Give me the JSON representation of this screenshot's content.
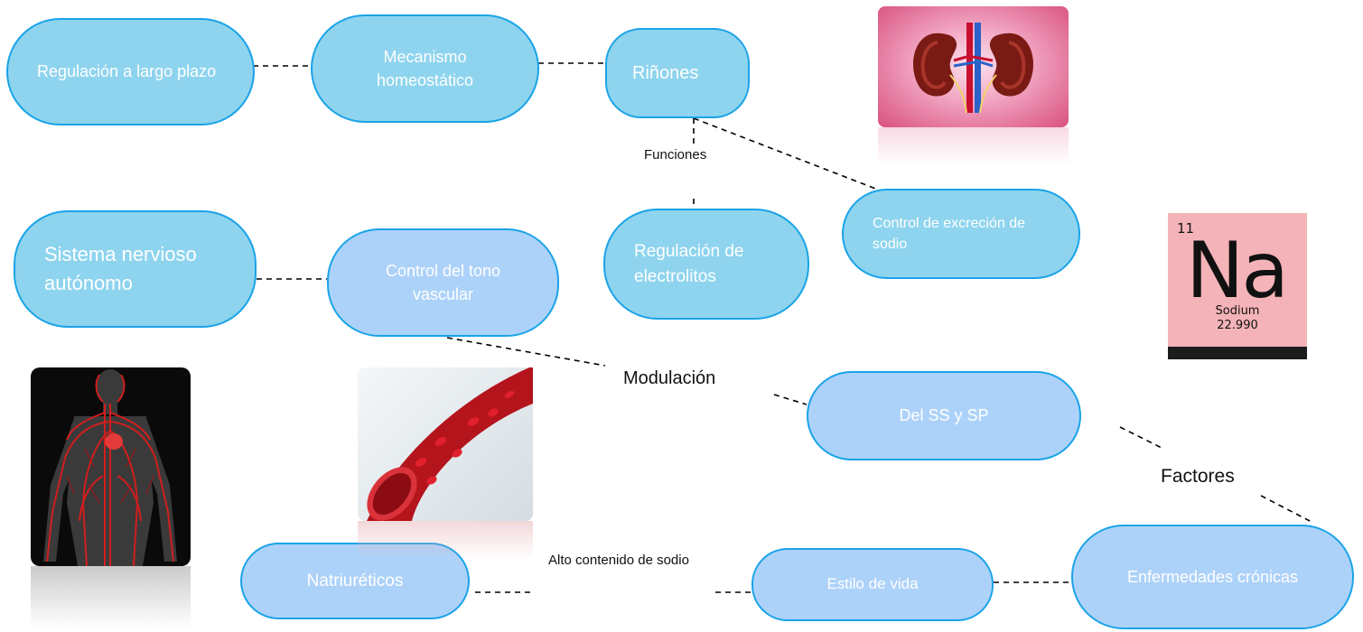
{
  "nodes": {
    "regulacion_largo_plazo": "Regulación a largo plazo",
    "mecanismo_homeostatico": "Mecanismo homeostático",
    "rinones": "Riñones",
    "control_excrecion_sodio": "Control de excreción de sodio",
    "sistema_nervioso_autonomo": "Sistema nervioso autónomo",
    "control_tono_vascular": "Control del tono vascular",
    "regulacion_electrolitos": "Regulación de electrolitos",
    "del_ss_sp": "Del SS y SP",
    "natriureticos": "Natriuréticos",
    "estilo_de_vida": "Estilo de vida",
    "enfermedades_cronicas": "Enfermedades crónicas"
  },
  "labels": {
    "funciones": "Funciones",
    "modulacion": "Modulación",
    "factores": "Factores",
    "alto_contenido_sodio": "Alto contenido de sodio"
  },
  "sodium_tile": {
    "atomic_number": "11",
    "symbol": "Na",
    "name": "Sodium",
    "mass": "22.990"
  },
  "colors": {
    "node_cyan": "#8ed4ee",
    "node_pale_blue": "#add2f9",
    "node_border": "#1aa3e8",
    "connector": "#000000"
  }
}
